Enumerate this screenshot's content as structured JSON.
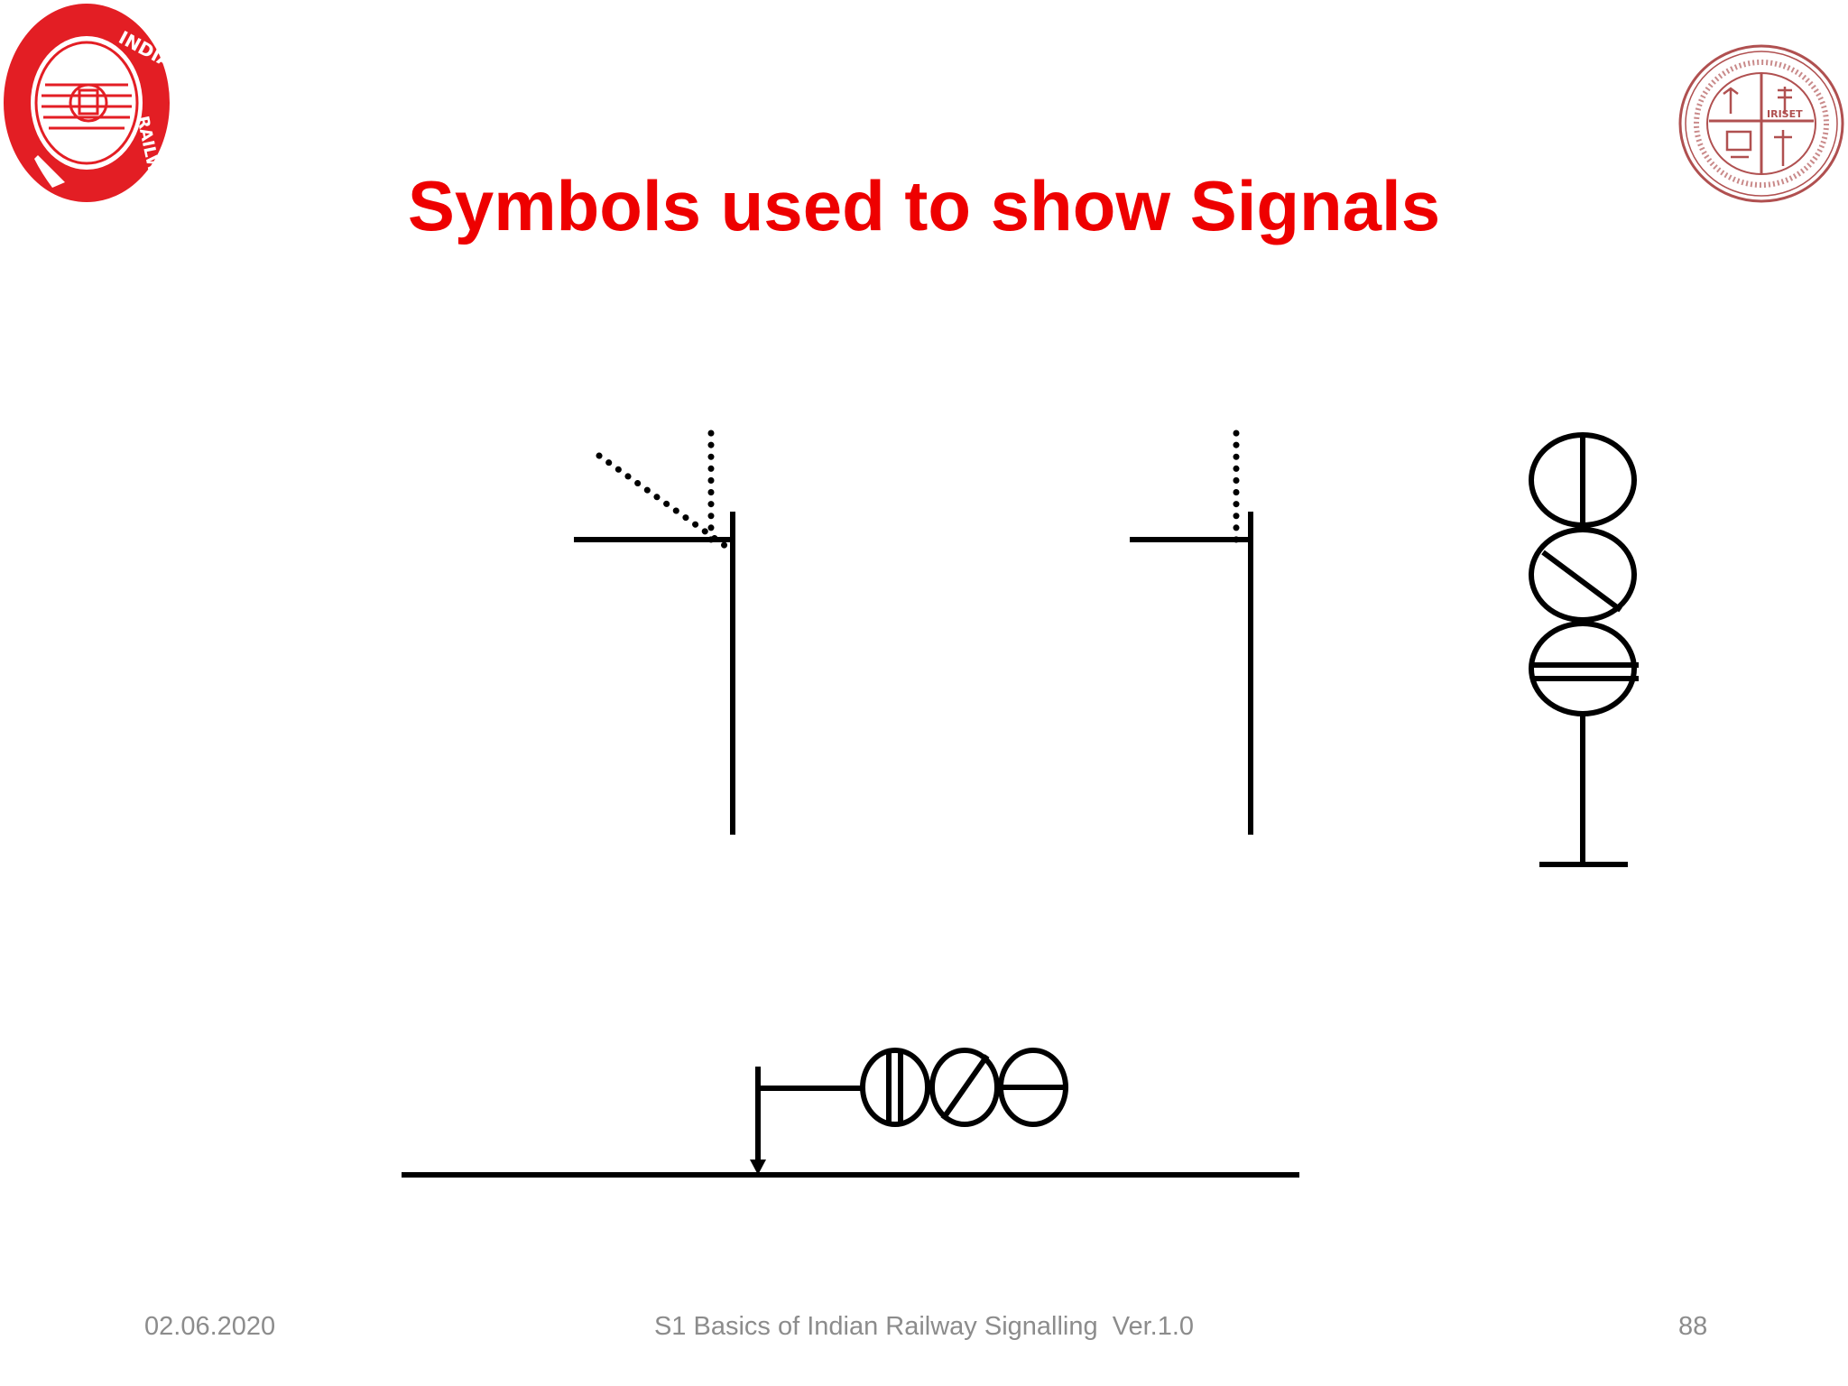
{
  "slide": {
    "title": "Symbols used to show Signals"
  },
  "logos": {
    "left": {
      "icon": "indian-railways-emblem",
      "text": "INDIAN RAILWAYS",
      "color": "#e31e24"
    },
    "right": {
      "icon": "iriset-seal",
      "text": "IRISET",
      "color": "#b05050"
    }
  },
  "footer": {
    "date": "02.06.2020",
    "course": "S1 Basics of Indian Railway Signalling  Ver.1.0",
    "page": "88"
  },
  "colors": {
    "title": "#ee0000",
    "stroke": "#000000",
    "footer": "#8c8c8c"
  }
}
